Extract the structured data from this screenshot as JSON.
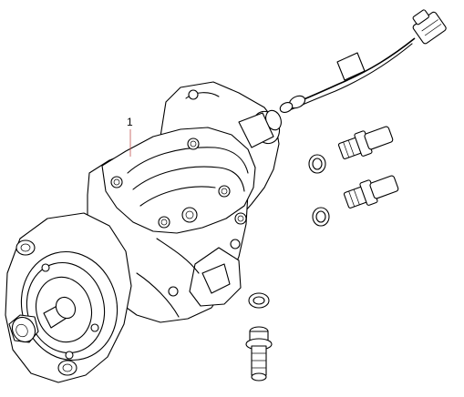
{
  "diagram": {
    "callouts": [
      {
        "label": "1",
        "target": "high-pressure-fuel-pump"
      }
    ],
    "parts": [
      {
        "id": "high-pressure-fuel-pump",
        "icon": "fuel-pump-assembly-icon"
      },
      {
        "id": "pressure-sensor-connector",
        "icon": "connector-cable-icon"
      },
      {
        "id": "fitting-upper",
        "icon": "banjo-fitting-icon"
      },
      {
        "id": "fitting-middle",
        "icon": "banjo-fitting-icon"
      },
      {
        "id": "fitting-lower",
        "icon": "banjo-fitting-icon"
      },
      {
        "id": "seal-ring-upper",
        "icon": "o-ring-icon"
      },
      {
        "id": "seal-ring-middle",
        "icon": "o-ring-icon"
      },
      {
        "id": "seal-ring-lower",
        "icon": "o-ring-icon"
      }
    ],
    "colors": {
      "line": "#000000",
      "leader": "#c0504d",
      "background": "#ffffff"
    }
  }
}
